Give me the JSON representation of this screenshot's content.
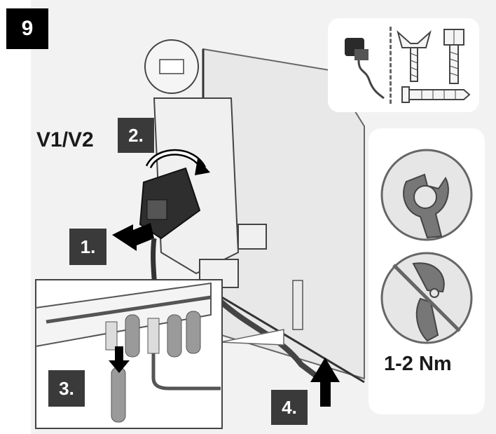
{
  "figure_number": "9",
  "device_label": "V1/V2",
  "steps": [
    {
      "label": "1."
    },
    {
      "label": "2."
    },
    {
      "label": "3."
    },
    {
      "label": "4."
    }
  ],
  "torque": {
    "value": "1-2 Nm"
  },
  "parts_box": {
    "items": [
      "connector-with-cable-icon",
      "wing-screw-icon",
      "hex-screw-icon",
      "wall-plug-icon"
    ]
  },
  "tool_panel": {
    "items": [
      "wrench-allowed-icon",
      "pliers-prohibited-icon"
    ]
  },
  "colors": {
    "badge": "#3a3a3a",
    "figure_badge": "#000000",
    "panel": "#f2f2f2",
    "line": "#555555"
  }
}
